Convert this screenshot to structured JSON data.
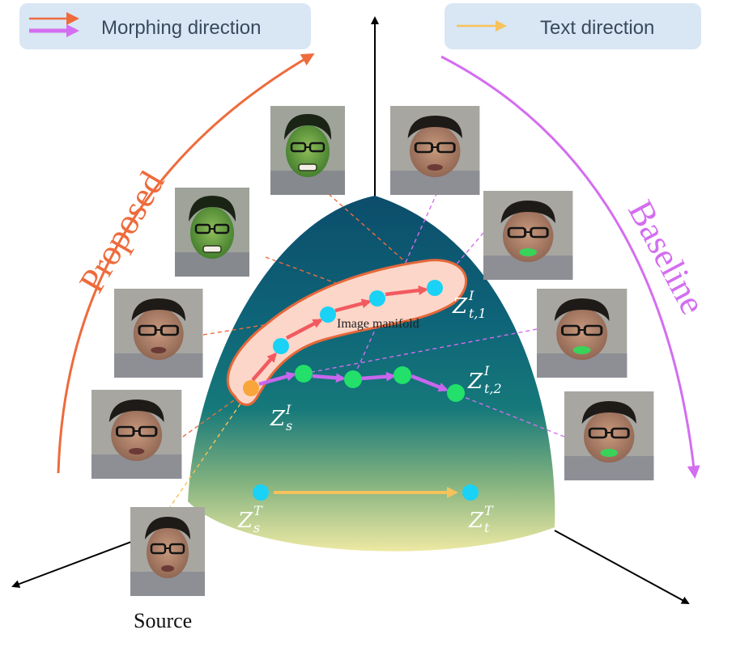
{
  "legend": {
    "morphing_label": "Morphing direction",
    "text_label": "Text direction"
  },
  "arcs": {
    "proposed_label": "Proposed",
    "baseline_label": "Baseline"
  },
  "manifold": {
    "label": "Image manifold"
  },
  "symbols": {
    "z_s_i": {
      "base": "Z",
      "sup": "I",
      "sub": "s"
    },
    "z_t1_i": {
      "base": "Z",
      "sup": "I",
      "sub": "t,1"
    },
    "z_t2_i": {
      "base": "Z",
      "sup": "I",
      "sub": "t,2"
    },
    "z_s_t": {
      "base": "Z",
      "sup": "T",
      "sub": "s"
    },
    "z_t_t": {
      "base": "Z",
      "sup": "T",
      "sub": "t"
    }
  },
  "source_label": "Source",
  "colors": {
    "proposed": "#ee6b3c",
    "baseline": "#d36ef0",
    "text_direction": "#f6c25b",
    "manifold_fill": "#fcd6c8",
    "manifold_stroke": "#e5683a",
    "cyan_node": "#1ad2f5",
    "green_node": "#22e06a",
    "orange_node": "#f8a53a",
    "red_arrow": "#f25a60",
    "purple_arrow": "#c866ee",
    "legend_bg": "#d9e6f4"
  },
  "thumbnails": [
    {
      "id": "left-1",
      "tint": "green-strong",
      "icon": "face-thumbnail"
    },
    {
      "id": "left-2",
      "tint": "green-strong",
      "icon": "face-thumbnail"
    },
    {
      "id": "left-3",
      "tint": "natural",
      "icon": "face-thumbnail"
    },
    {
      "id": "left-4",
      "tint": "natural",
      "icon": "face-thumbnail"
    },
    {
      "id": "right-1",
      "tint": "natural",
      "icon": "face-thumbnail"
    },
    {
      "id": "right-2",
      "tint": "green-mouth",
      "icon": "face-thumbnail"
    },
    {
      "id": "right-3",
      "tint": "green-mouth",
      "icon": "face-thumbnail"
    },
    {
      "id": "right-4",
      "tint": "green-mouth",
      "icon": "face-thumbnail"
    },
    {
      "id": "source",
      "tint": "natural",
      "icon": "face-thumbnail"
    }
  ]
}
